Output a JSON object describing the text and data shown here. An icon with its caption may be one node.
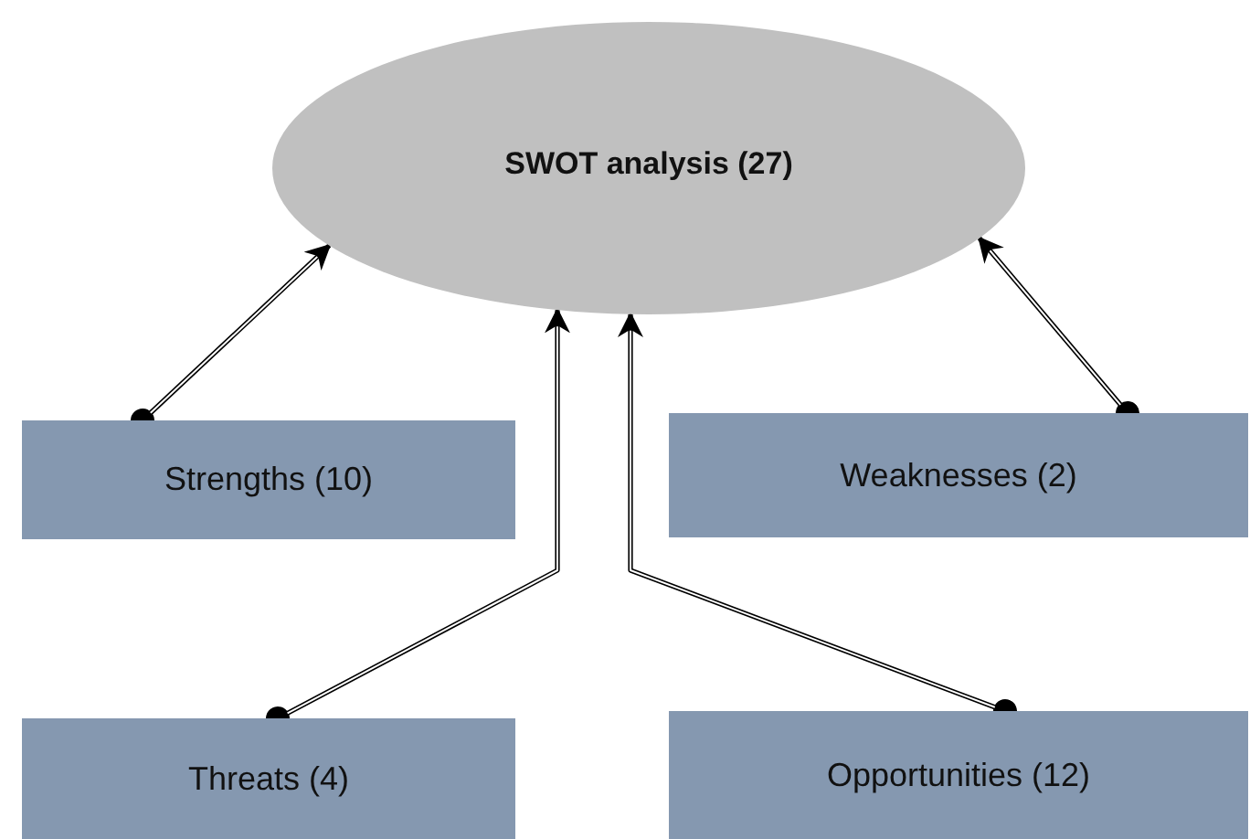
{
  "diagram": {
    "nodes": [
      {
        "text": [
          "SWOT analysis (27)"
        ]
      },
      {
        "text": [
          "Strengths (10)"
        ]
      },
      {
        "text": [
          "Weaknesses (2)"
        ]
      },
      {
        "text": [
          "Threats (4)"
        ]
      },
      {
        "text": [
          "Opportunities (12)"
        ]
      }
    ],
    "edges": [
      {
        "from": 1,
        "to": 0,
        "arrow": "to"
      },
      {
        "from": 3,
        "to": 0,
        "arrow": "to"
      },
      {
        "from": 4,
        "to": 0,
        "arrow": "to"
      },
      {
        "from": 2,
        "to": 0,
        "arrow": "to"
      }
    ]
  }
}
